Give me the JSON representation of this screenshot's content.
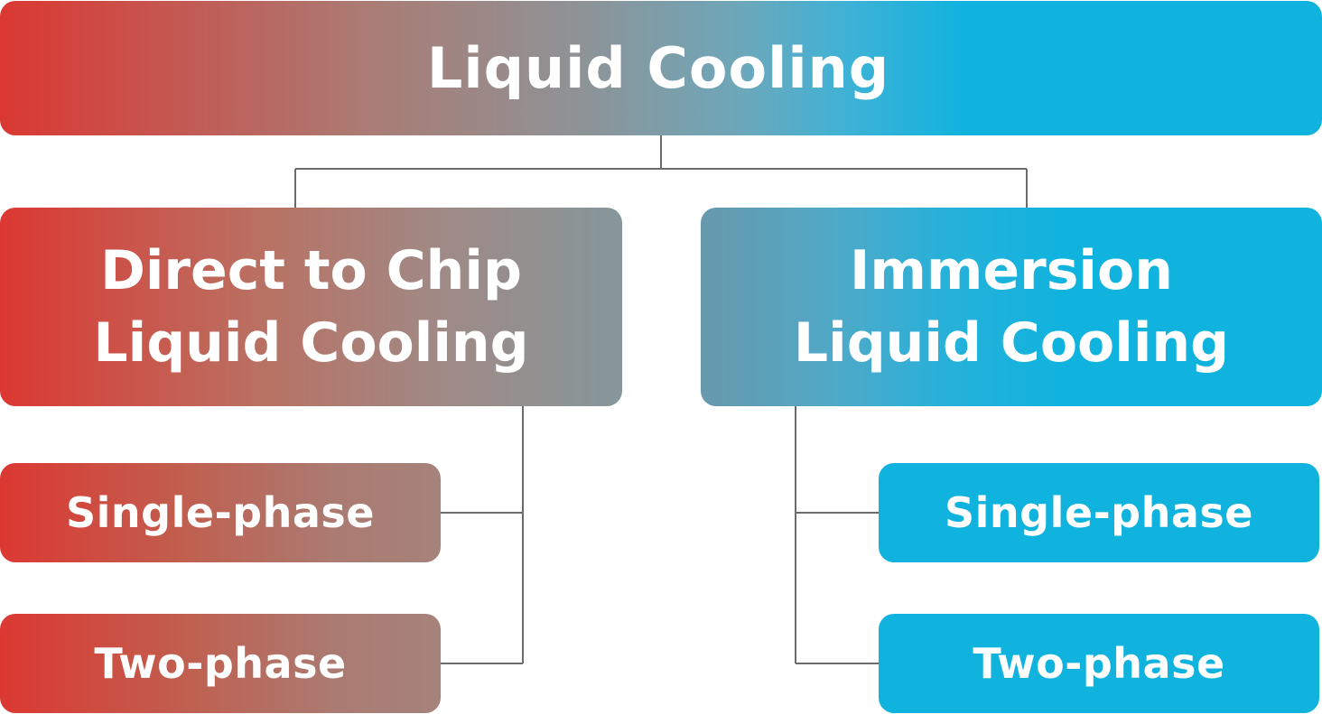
{
  "diagram": {
    "root": {
      "label": "Liquid Cooling"
    },
    "branches": [
      {
        "label": "Direct to Chip\nLiquid Cooling",
        "children": [
          {
            "label": "Single-phase"
          },
          {
            "label": "Two-phase"
          }
        ]
      },
      {
        "label": "Immersion\nLiquid Cooling",
        "children": [
          {
            "label": "Single-phase"
          },
          {
            "label": "Two-phase"
          }
        ]
      }
    ]
  },
  "colors": {
    "warm": "#db3832",
    "cool": "#10b3de",
    "connector": "#6b6b6b",
    "text": "#ffffff"
  }
}
